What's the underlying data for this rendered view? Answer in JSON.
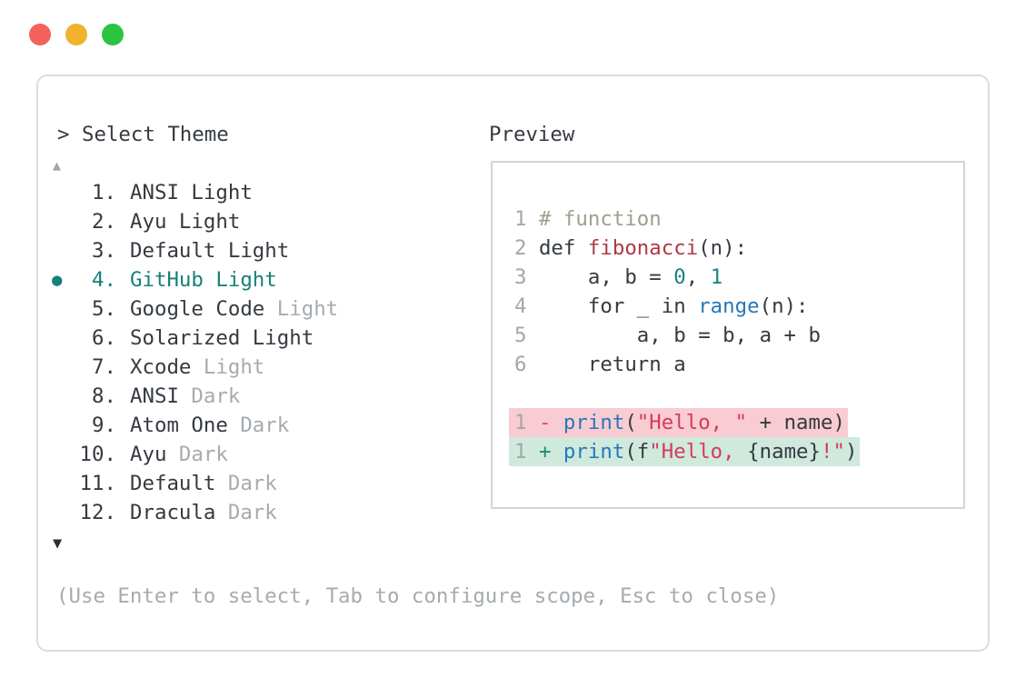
{
  "colors": {
    "ink": "#343a40",
    "muted": "#a6abaf",
    "accent": "#17807b",
    "comment": "#9aa28d",
    "func": "#ae3b40",
    "numlit": "#1b8386",
    "builtin": "#2579ba",
    "string": "#d53a5e",
    "minus": "#d64b63",
    "plus": "#218a78",
    "bg_removed": "#f8ccd2",
    "bg_added": "#cfe9dc",
    "border": "#dcdcdc",
    "border_inner": "#d4d4d4",
    "lnum": "#a2a7ab",
    "tl_red": "#f4615c",
    "tl_yellow": "#f1b22d",
    "tl_green": "#2ac440",
    "arrow_up": "#a0a4a8",
    "arrow_down": "#2b3036"
  },
  "dialog": {
    "prompt": "> Select Theme",
    "scroll_up": "▲",
    "scroll_down": "▼",
    "help_text": "(Use Enter to select, Tab to configure scope, Esc to close)"
  },
  "theme_list": {
    "selected_marker": "●",
    "selected_item": "GitHub Light",
    "items": [
      {
        "number": "1.",
        "name": "ANSI Light",
        "variant": "",
        "selected": false
      },
      {
        "number": "2.",
        "name": "Ayu Light",
        "variant": "",
        "selected": false
      },
      {
        "number": "3.",
        "name": "Default Light",
        "variant": "",
        "selected": false
      },
      {
        "number": "4.",
        "name": "GitHub Light",
        "variant": "",
        "selected": true
      },
      {
        "number": "5.",
        "name": "Google Code",
        "variant": "Light",
        "selected": false
      },
      {
        "number": "6.",
        "name": "Solarized Light",
        "variant": "",
        "selected": false
      },
      {
        "number": "7.",
        "name": "Xcode",
        "variant": "Light",
        "selected": false
      },
      {
        "number": "8.",
        "name": "ANSI",
        "variant": "Dark",
        "selected": false
      },
      {
        "number": "9.",
        "name": "Atom One",
        "variant": "Dark",
        "selected": false
      },
      {
        "number": "10.",
        "name": "Ayu",
        "variant": "Dark",
        "selected": false
      },
      {
        "number": "11.",
        "name": "Default",
        "variant": "Dark",
        "selected": false
      },
      {
        "number": "12.",
        "name": "Dracula",
        "variant": "Dark",
        "selected": false
      }
    ]
  },
  "preview": {
    "title": "Preview",
    "code_lines": [
      {
        "num": "1",
        "tokens": [
          {
            "c": "comment",
            "t": "# function"
          }
        ]
      },
      {
        "num": "2",
        "tokens": [
          {
            "c": "plain",
            "t": "def "
          },
          {
            "c": "func",
            "t": "fibonacci"
          },
          {
            "c": "plain",
            "t": "(n):"
          }
        ]
      },
      {
        "num": "3",
        "tokens": [
          {
            "c": "plain",
            "t": "    a, b = "
          },
          {
            "c": "num",
            "t": "0"
          },
          {
            "c": "plain",
            "t": ", "
          },
          {
            "c": "num",
            "t": "1"
          }
        ]
      },
      {
        "num": "4",
        "tokens": [
          {
            "c": "plain",
            "t": "    for _ in "
          },
          {
            "c": "builtin",
            "t": "range"
          },
          {
            "c": "plain",
            "t": "(n):"
          }
        ]
      },
      {
        "num": "5",
        "tokens": [
          {
            "c": "plain",
            "t": "        a, b = b, a + b"
          }
        ]
      },
      {
        "num": "6",
        "tokens": [
          {
            "c": "plain",
            "t": "    return a"
          }
        ]
      }
    ],
    "diff_lines": [
      {
        "num": "1",
        "sign": "-",
        "sign_type": "minus",
        "change": "removed",
        "tokens": [
          {
            "c": "builtin",
            "t": "print"
          },
          {
            "c": "plain",
            "t": "("
          },
          {
            "c": "string",
            "t": "\"Hello, \""
          },
          {
            "c": "plain",
            "t": " + name)"
          }
        ]
      },
      {
        "num": "1",
        "sign": "+",
        "sign_type": "plus",
        "change": "added",
        "tokens": [
          {
            "c": "builtin",
            "t": "print"
          },
          {
            "c": "plain",
            "t": "(f"
          },
          {
            "c": "string",
            "t": "\"Hello, "
          },
          {
            "c": "plain",
            "t": "{name}"
          },
          {
            "c": "string",
            "t": "!\""
          },
          {
            "c": "plain",
            "t": ")"
          }
        ]
      }
    ]
  }
}
